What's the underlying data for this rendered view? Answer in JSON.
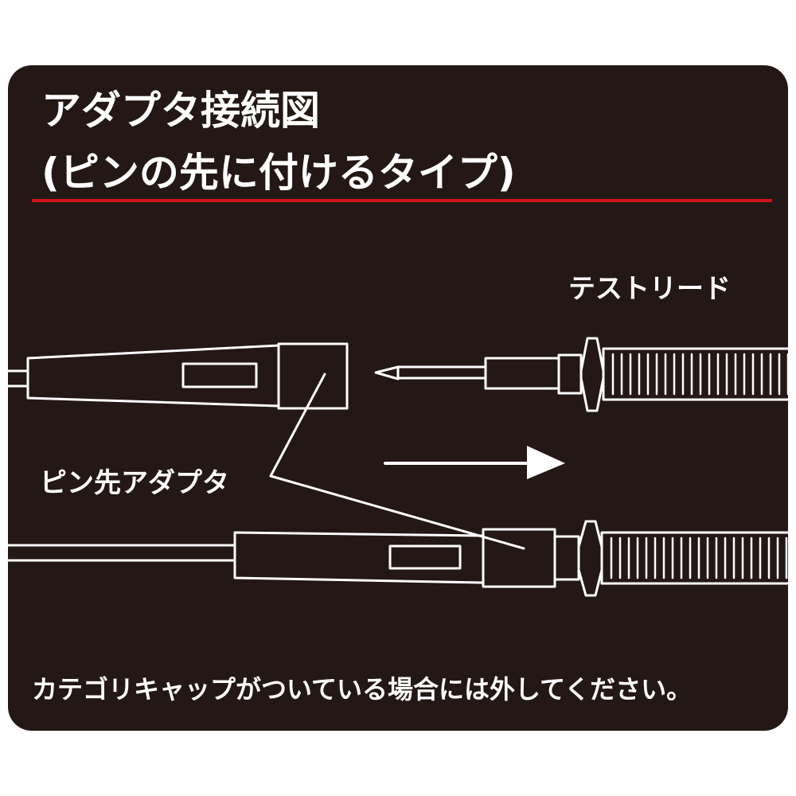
{
  "title": {
    "line1": "アダプタ接続図",
    "line2": "(ピンの先に付けるタイプ)"
  },
  "labels": {
    "test_lead": "テストリード",
    "pin_adapter": "ピン先アダプタ",
    "note": "カテゴリキャップがついている場合には外してください。"
  },
  "colors": {
    "background": "#231816",
    "accent_rule": "#d0121b",
    "line": "#ffffff"
  }
}
